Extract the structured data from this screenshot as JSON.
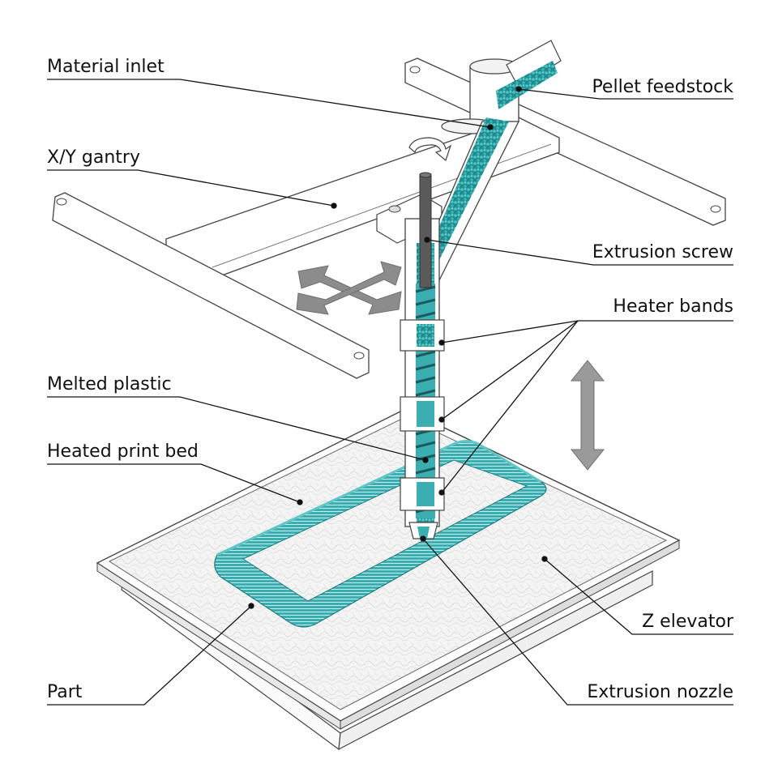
{
  "labels": {
    "material_inlet": "Material inlet",
    "pellet_feedstock": "Pellet feedstock",
    "xy_gantry": "X/Y gantry",
    "extrusion_screw": "Extrusion screw",
    "heater_bands": "Heater bands",
    "melted_plastic": "Melted plastic",
    "heated_print_bed": "Heated print bed",
    "z_elevator": "Z elevator",
    "part": "Part",
    "extrusion_nozzle": "Extrusion nozzle"
  },
  "colors": {
    "pellet": "#2aa5a8",
    "part": "#2fa3a6",
    "metal_dark": "#555555",
    "structure": "#ffffff",
    "outline": "#333333",
    "arrow": "#8c8c8c"
  }
}
